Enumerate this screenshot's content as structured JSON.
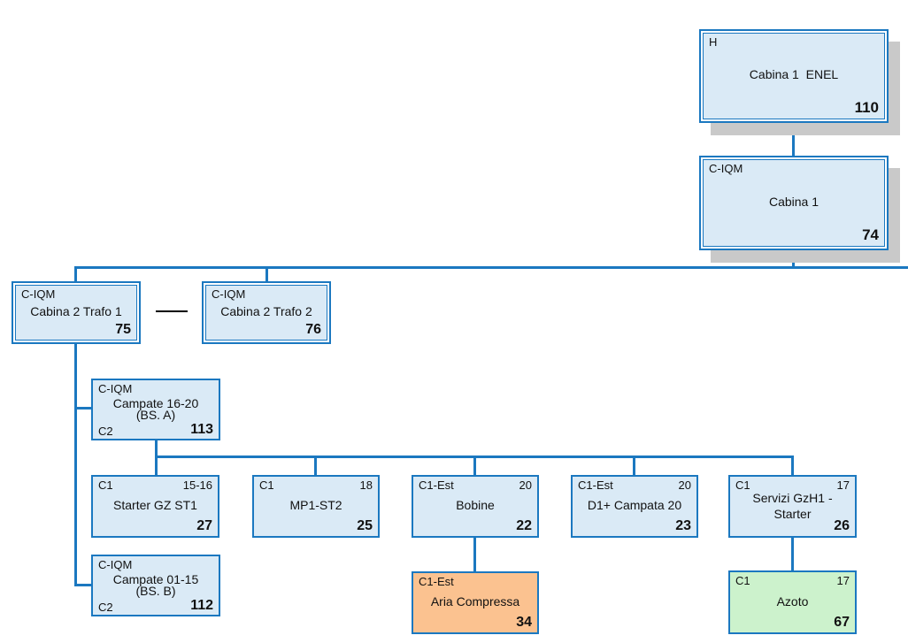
{
  "colors": {
    "border_blue": "#1b78c0",
    "fill_blue": "#daeaf6",
    "fill_orange": "#fbc290",
    "fill_green": "#ccf2cc",
    "shadow_gray": "#c9c9c9",
    "line_black": "#000000",
    "background": "#ffffff"
  },
  "nodes": {
    "enel": {
      "top_left": "H",
      "name": "Cabina 1  ENEL",
      "number": "110"
    },
    "cabina1": {
      "top_left": "C-IQM",
      "name": "Cabina 1",
      "number": "74"
    },
    "trafo1": {
      "top_left": "C-IQM",
      "name": "Cabina 2 Trafo 1",
      "number": "75"
    },
    "trafo2": {
      "top_left": "C-IQM",
      "name": "Cabina 2 Trafo 2",
      "number": "76"
    },
    "campate1620": {
      "top_left": "C-IQM",
      "name": "Campate 16-20",
      "name2": "(BS. A)",
      "bottom_left": "C2",
      "number": "113"
    },
    "campate0115": {
      "top_left": "C-IQM",
      "name": "Campate 01-15",
      "name2": "(BS. B)",
      "bottom_left": "C2",
      "number": "112"
    },
    "starter": {
      "top_left": "C1",
      "top_right": "15-16",
      "name": "Starter GZ ST1",
      "number": "27"
    },
    "mp1st2": {
      "top_left": "C1",
      "top_right": "18",
      "name": "MP1-ST2",
      "number": "25"
    },
    "bobine": {
      "top_left": "C1-Est",
      "top_right": "20",
      "name": "Bobine",
      "number": "22"
    },
    "d1campata": {
      "top_left": "C1-Est",
      "top_right": "20",
      "name": "D1+ Campata 20",
      "number": "23"
    },
    "servizi": {
      "top_left": "C1",
      "top_right": "17",
      "name": "Servizi GzH1 -",
      "name2": "Starter",
      "number": "26"
    },
    "aria": {
      "top_left": "C1-Est",
      "name": "Aria Compressa",
      "number": "34"
    },
    "azoto": {
      "top_left": "C1",
      "top_right": "17",
      "name": "Azoto",
      "number": "67"
    }
  }
}
